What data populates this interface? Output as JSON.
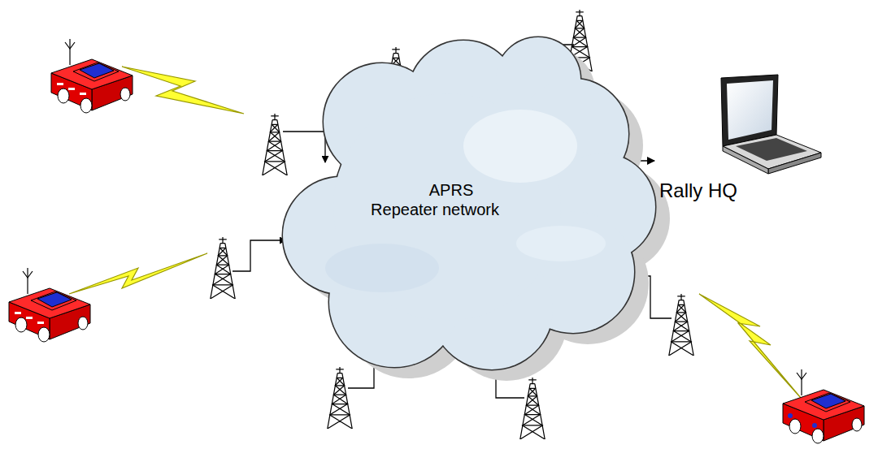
{
  "diagram": {
    "nodes": [
      {
        "text": [
          "APRS Repeater network"
        ]
      },
      {
        "text": [
          "Rally HQ"
        ]
      }
    ],
    "edges": [
      {
        "from": 0,
        "to": 1,
        "arrow": "to"
      }
    ]
  }
}
